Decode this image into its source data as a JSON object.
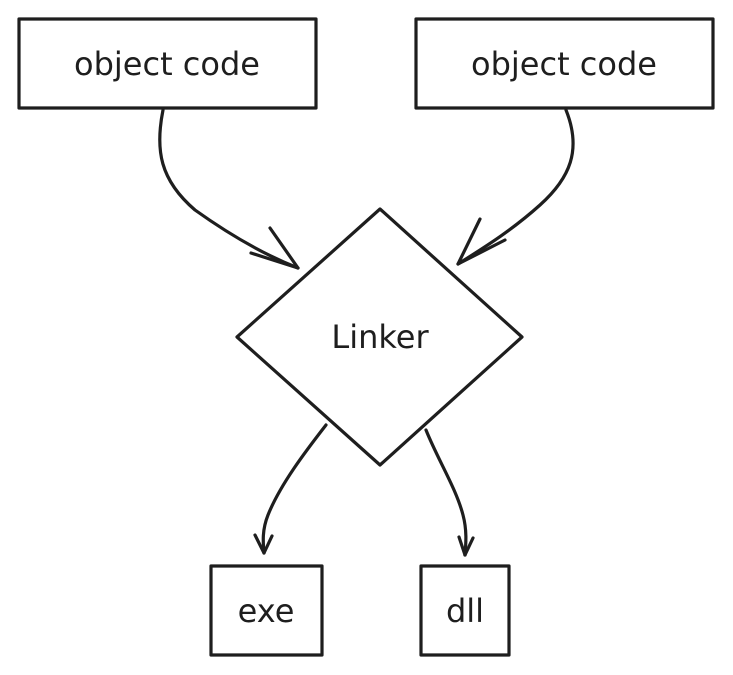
{
  "diagram": {
    "nodes": {
      "object_code_left": {
        "label": "object code"
      },
      "object_code_right": {
        "label": "object code"
      },
      "linker": {
        "label": "Linker"
      },
      "exe": {
        "label": "exe"
      },
      "dll": {
        "label": "dll"
      }
    },
    "edges": [
      {
        "from": "object code",
        "to": "Linker"
      },
      {
        "from": "object code",
        "to": "Linker"
      },
      {
        "from": "Linker",
        "to": "exe"
      },
      {
        "from": "Linker",
        "to": "dll"
      }
    ],
    "colors": {
      "stroke": "#1e1e1e",
      "background": "#ffffff"
    }
  }
}
